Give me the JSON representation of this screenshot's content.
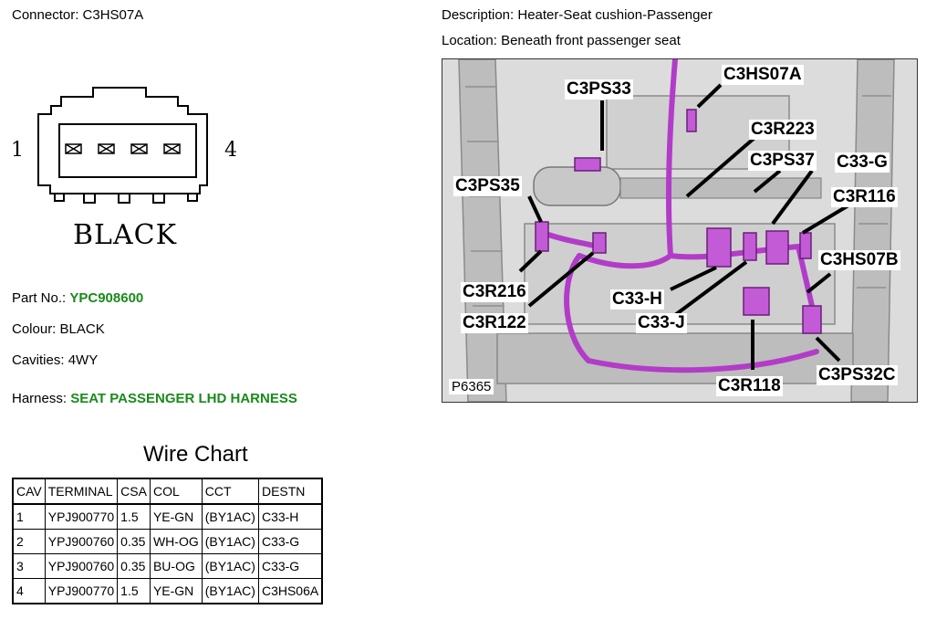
{
  "connector": {
    "label": "Connector:",
    "value": "C3HS07A"
  },
  "description": {
    "label": "Description:",
    "value": "Heater-Seat cushion-Passenger"
  },
  "location": {
    "label": "Location:",
    "value": "Beneath front passenger seat"
  },
  "pinout": {
    "left_pin": "1",
    "right_pin": "4",
    "color_label": "BLACK"
  },
  "part_no": {
    "label": "Part No.:",
    "value": "YPC908600"
  },
  "colour": {
    "label": "Colour:",
    "value": "BLACK"
  },
  "cavities": {
    "label": "Cavities:",
    "value": "4WY"
  },
  "harness": {
    "label": "Harness:",
    "value": "SEAT PASSENGER LHD HARNESS"
  },
  "colors": {
    "green_value": "#1a8a1a",
    "harness_magenta": "#b23cc8"
  },
  "wire_chart": {
    "title": "Wire Chart",
    "headers": [
      "CAV",
      "TERMINAL",
      "CSA",
      "COL",
      "CCT",
      "DESTN"
    ],
    "rows": [
      [
        "1",
        "YPJ900770",
        "1.5",
        "YE-GN",
        "(BY1AC)",
        "C33-H"
      ],
      [
        "2",
        "YPJ900760",
        "0.35",
        "WH-OG",
        "(BY1AC)",
        "C33-G"
      ],
      [
        "3",
        "YPJ900760",
        "0.35",
        "BU-OG",
        "(BY1AC)",
        "C33-G"
      ],
      [
        "4",
        "YPJ900770",
        "1.5",
        "YE-GN",
        "(BY1AC)",
        "C3HS06A"
      ]
    ]
  },
  "photo": {
    "id": "P6365",
    "callouts": [
      "C3PS33",
      "C3HS07A",
      "C3R223",
      "C3PS37",
      "C33-G",
      "C3PS35",
      "C3R116",
      "C3HS07B",
      "C3R216",
      "C33-H",
      "C3R122",
      "C33-J",
      "C3PS32C",
      "C3R118"
    ]
  }
}
